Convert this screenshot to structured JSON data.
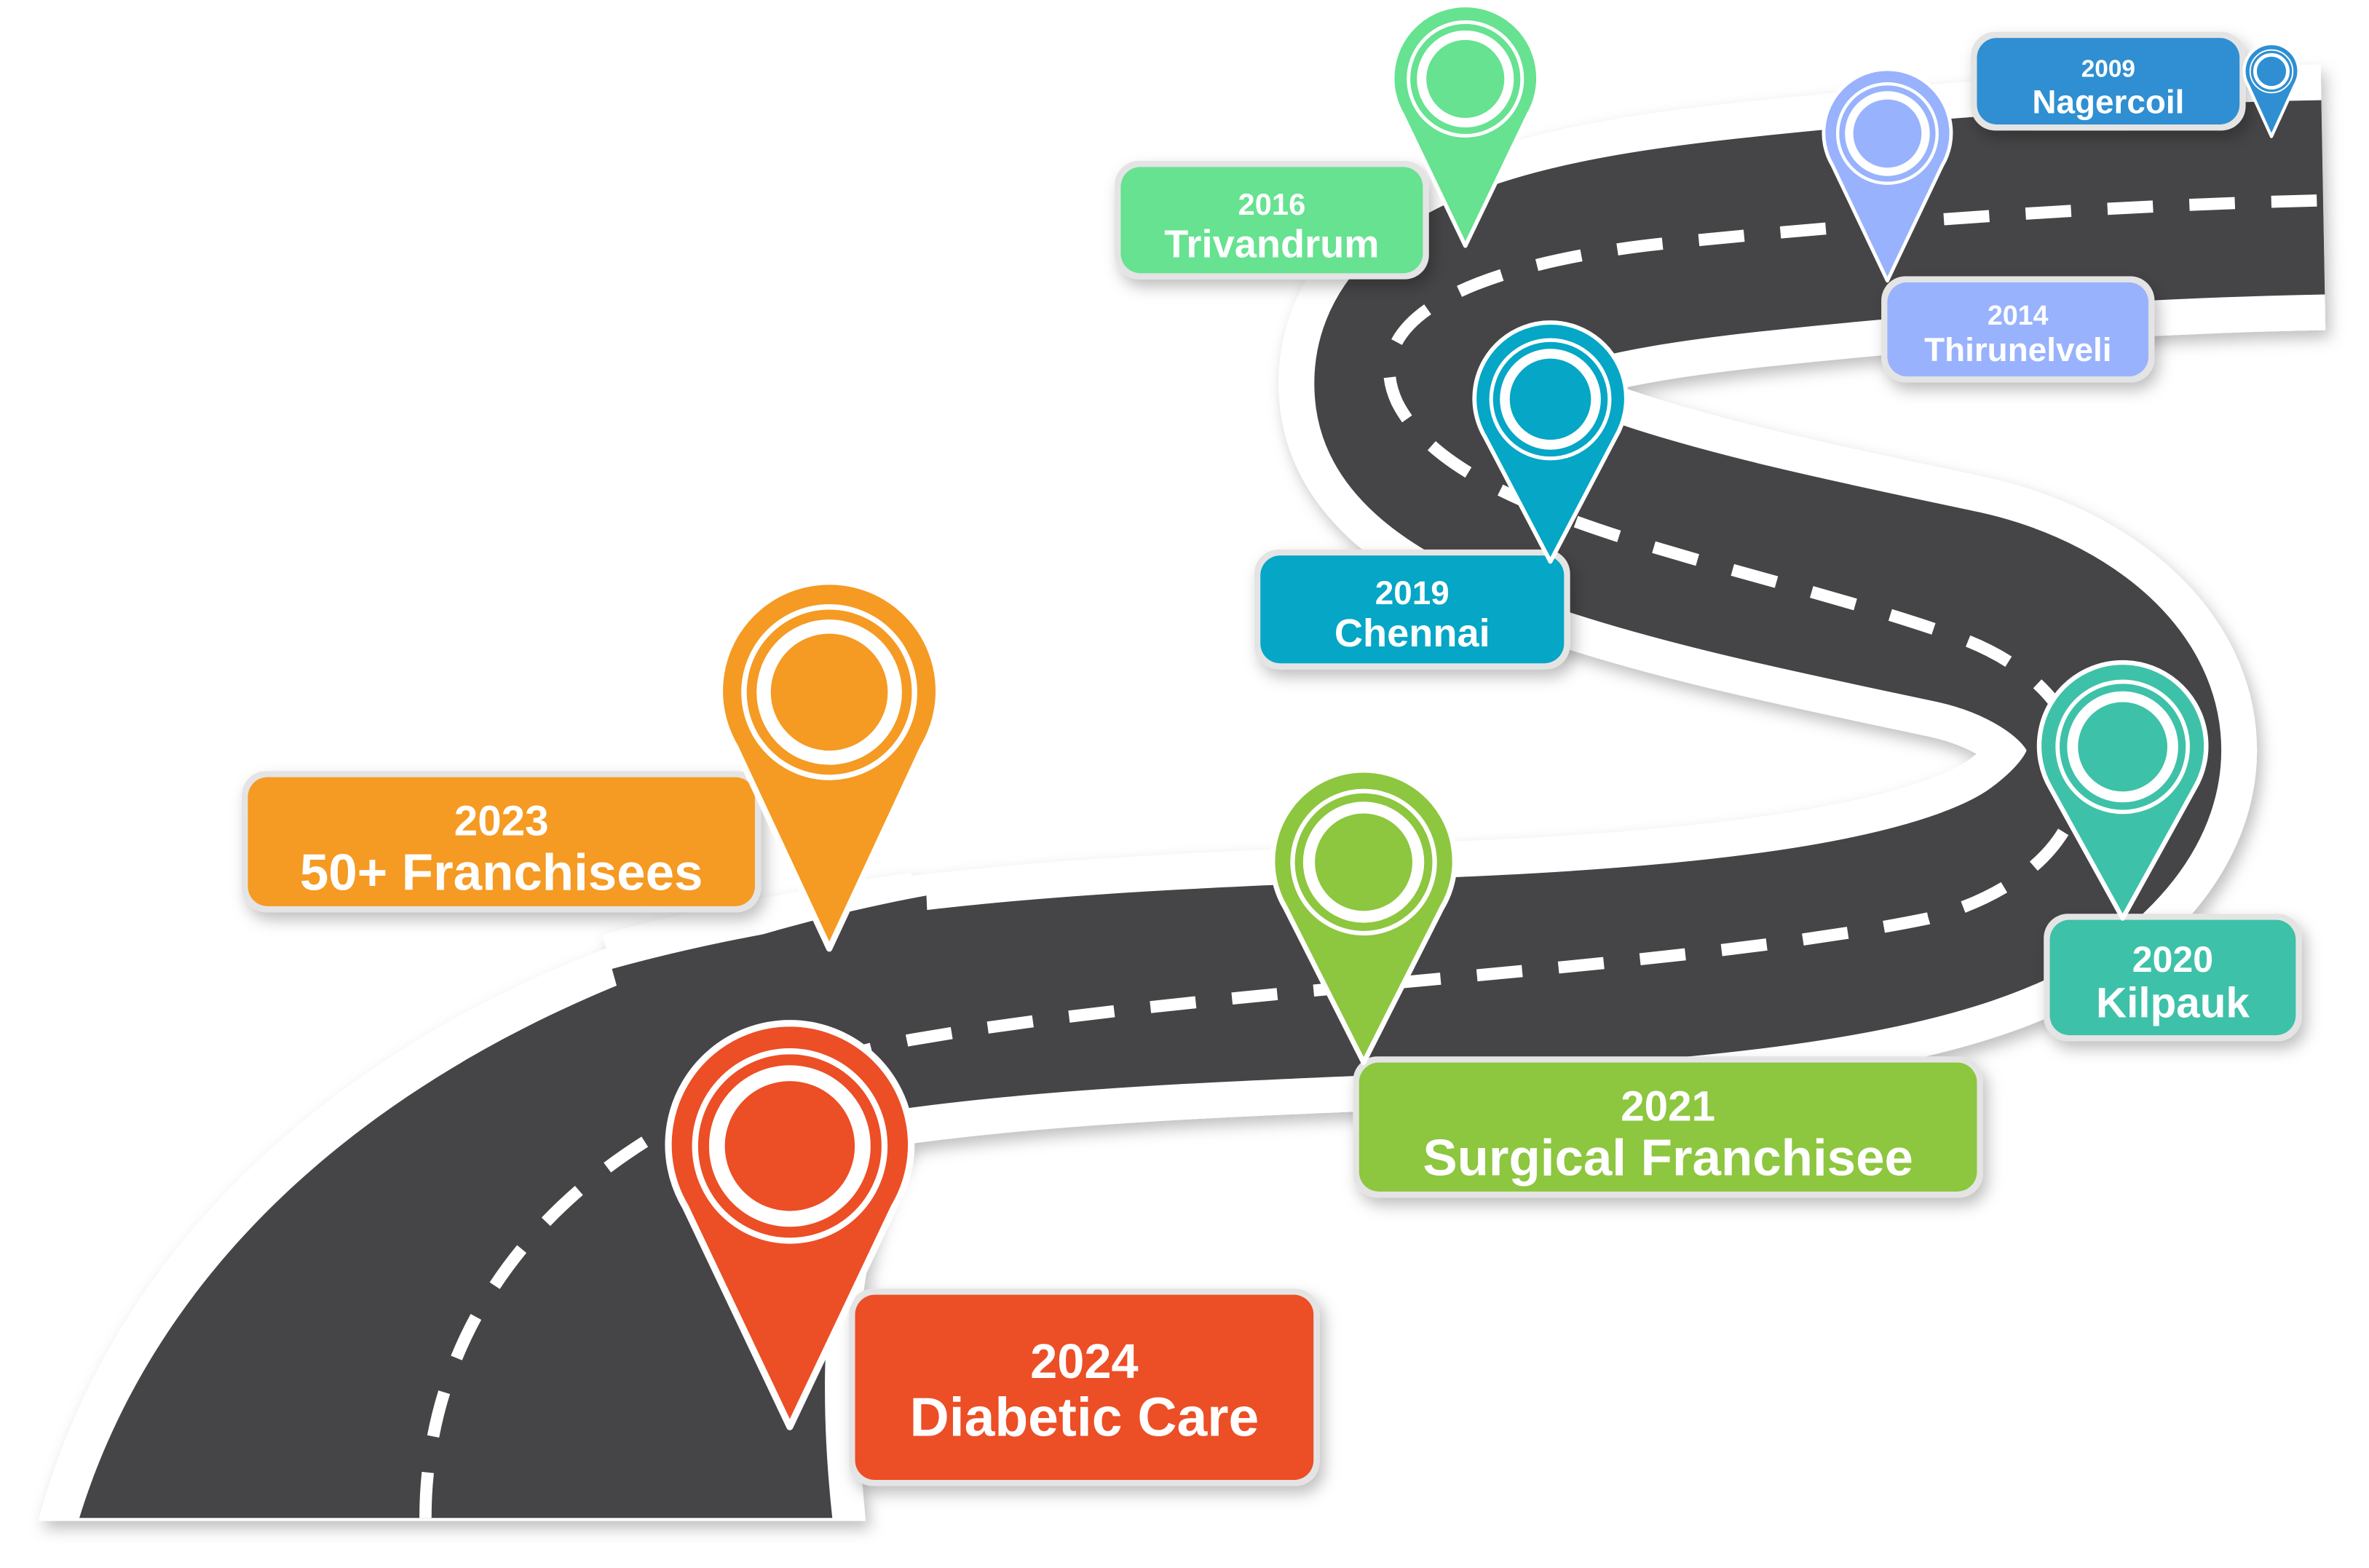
{
  "milestones": [
    {
      "year": "2009",
      "label": "Nagercoil",
      "color": "#2f8fd2"
    },
    {
      "year": "2014",
      "label": "Thirunelveli",
      "color": "#98b2fd"
    },
    {
      "year": "2016",
      "label": "Trivandrum",
      "color": "#66e290"
    },
    {
      "year": "2019",
      "label": "Chennai",
      "color": "#05a6c6"
    },
    {
      "year": "2020",
      "label": "Kilpauk",
      "color": "#3ec1a9"
    },
    {
      "year": "2021",
      "label": "Surgical Franchisee",
      "color": "#8dc63f"
    },
    {
      "year": "2023",
      "label": "50+ Franchisees",
      "color": "#f59a23"
    },
    {
      "year": "2024",
      "label": "Diabetic Care",
      "color": "#ec4e26"
    }
  ],
  "road": {
    "asphalt": "#444446",
    "edge": "#ffffff",
    "dash": "#ffffff"
  }
}
